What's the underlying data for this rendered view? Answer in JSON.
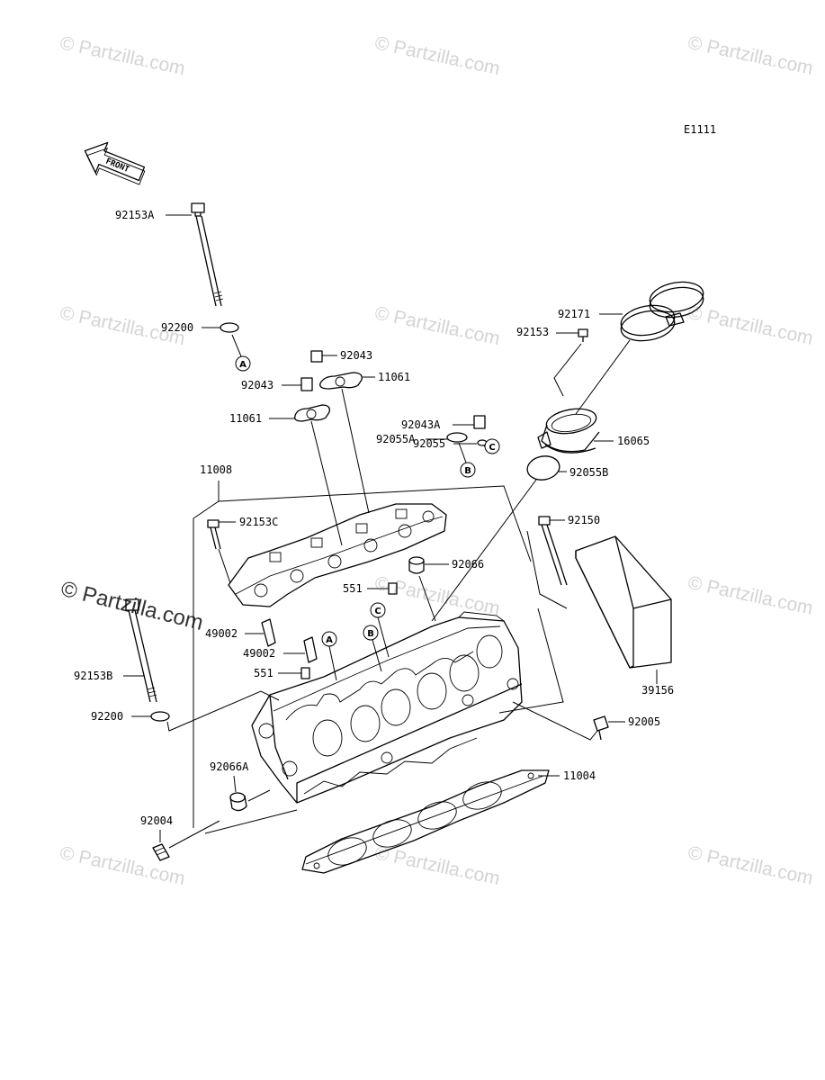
{
  "diagram": {
    "code": "E1111",
    "front_label": "FRONT",
    "watermark": "© Partzilla.com",
    "parts": {
      "p92153A": "92153A",
      "p92200_top": "92200",
      "p92043_a": "92043",
      "p11061_a": "11061",
      "p92043_b": "92043",
      "p11061_b": "11061",
      "p92043A": "92043A",
      "p92055": "92055",
      "p92055A": "92055A",
      "p11008": "11008",
      "p92153C": "92153C",
      "p92171": "92171",
      "p92153": "92153",
      "p16065": "16065",
      "p92055B": "92055B",
      "p92150": "92150",
      "p92066": "92066",
      "p551_a": "551",
      "p49002_a": "49002",
      "p49002_b": "49002",
      "p551_b": "551",
      "p92153B": "92153B",
      "p92200_bot": "92200",
      "p92066A": "92066A",
      "p92004": "92004",
      "p39156": "39156",
      "p92005": "92005",
      "p11004": "11004"
    },
    "markers": {
      "a_top": "A",
      "b_top": "B",
      "c_top": "C",
      "a_mid": "A",
      "b_mid": "B",
      "c_mid": "C"
    }
  }
}
